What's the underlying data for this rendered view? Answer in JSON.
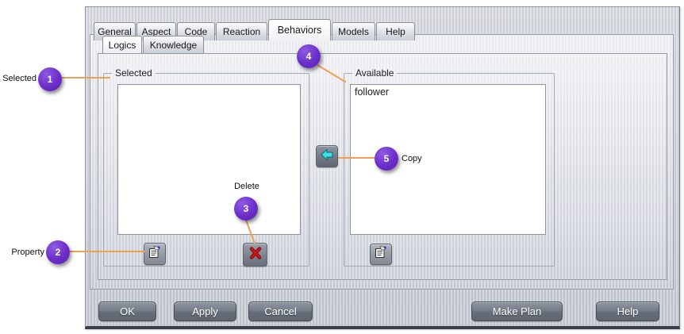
{
  "window": {
    "tabs": [
      "General",
      "Aspect",
      "Code",
      "Reaction",
      "Behaviors",
      "Models",
      "Help"
    ],
    "active_tab": "Behaviors",
    "subtabs": [
      "Logics",
      "Knowledge"
    ],
    "active_subtab": "Logics",
    "groups": {
      "selected": {
        "label": "Selected",
        "items": []
      },
      "available": {
        "label": "Available",
        "items": [
          "follower"
        ]
      }
    },
    "buttons": {
      "ok": "OK",
      "apply": "Apply",
      "cancel": "Cancel",
      "make_plan": "Make Plan",
      "help": "Help"
    },
    "tool_buttons": {
      "property_selected": "property-icon",
      "delete_selected": "red-x-icon",
      "copy_to_selected": "cyan-left-arrow-icon",
      "property_available": "property-icon"
    }
  },
  "callouts": [
    {
      "num": "1",
      "label": "Selected"
    },
    {
      "num": "2",
      "label": "Property"
    },
    {
      "num": "3",
      "label": "Delete"
    },
    {
      "num": "4"
    },
    {
      "num": "5",
      "label": "Copy"
    }
  ],
  "colors": {
    "callout_circle": "#6b2ec8",
    "callout_line": "#f0a055",
    "delete_x": "#c01010",
    "copy_arrow": "#3ce0e6",
    "button_face": "#767d89",
    "dialog_background": "#ccd0d7"
  }
}
